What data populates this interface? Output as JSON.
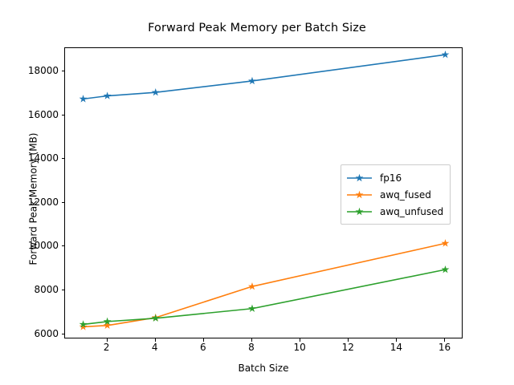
{
  "chart_data": {
    "type": "line",
    "title": "Forward Peak Memory per Batch Size",
    "xlabel": "Batch Size",
    "ylabel": "Forward Peak Memory (MB)",
    "x": [
      1,
      2,
      4,
      8,
      16
    ],
    "xlim": [
      0.25,
      16.75
    ],
    "ylim": [
      5770,
      19060
    ],
    "xticks": [
      2,
      4,
      6,
      8,
      10,
      12,
      14,
      16
    ],
    "yticks": [
      6000,
      8000,
      10000,
      12000,
      14000,
      16000,
      18000
    ],
    "grid": false,
    "legend_position": "center right",
    "marker": "star",
    "series": [
      {
        "name": "fp16",
        "color": "#1f77b4",
        "values": [
          16740,
          16880,
          17040,
          17560,
          18760
        ]
      },
      {
        "name": "awq_fused",
        "color": "#ff7f0e",
        "values": [
          6340,
          6400,
          6760,
          8180,
          10150
        ]
      },
      {
        "name": "awq_unfused",
        "color": "#2ca02c",
        "values": [
          6450,
          6580,
          6730,
          7170,
          8950
        ]
      }
    ]
  },
  "figure": {
    "background": "#ffffff",
    "axes_edge_color": "#000000"
  }
}
